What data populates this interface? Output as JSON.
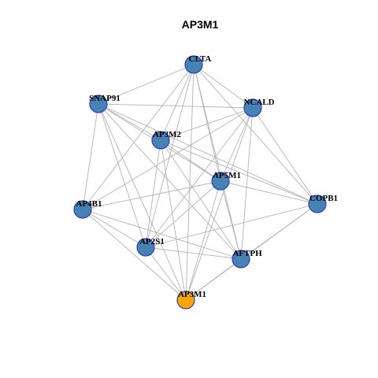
{
  "title": "AP3M1",
  "colors": {
    "node_default": "#4682b4",
    "node_focus": "#ffa500",
    "node_border": "#2c3fbf",
    "edge": "#b3b3b3"
  },
  "nodes": [
    {
      "id": "CLTA",
      "label": "CLTA",
      "focus": false
    },
    {
      "id": "SNAP91",
      "label": "SNAP91",
      "focus": false
    },
    {
      "id": "NCALD",
      "label": "NCALD",
      "focus": false
    },
    {
      "id": "AP3M2",
      "label": "AP3M2",
      "focus": false
    },
    {
      "id": "AP5M1",
      "label": "AP5M1",
      "focus": false
    },
    {
      "id": "AP4B1",
      "label": "AP4B1",
      "focus": false
    },
    {
      "id": "COPB1",
      "label": "COPB1",
      "focus": false
    },
    {
      "id": "AP2S1",
      "label": "AP2S1",
      "focus": false
    },
    {
      "id": "AFTPH",
      "label": "AFTPH",
      "focus": false
    },
    {
      "id": "AP3M1",
      "label": "AP3M1",
      "focus": true
    }
  ],
  "edges": [
    [
      "CLTA",
      "SNAP91"
    ],
    [
      "CLTA",
      "NCALD"
    ],
    [
      "CLTA",
      "AP3M2"
    ],
    [
      "CLTA",
      "AP5M1"
    ],
    [
      "CLTA",
      "AP4B1"
    ],
    [
      "CLTA",
      "COPB1"
    ],
    [
      "CLTA",
      "AP2S1"
    ],
    [
      "CLTA",
      "AFTPH"
    ],
    [
      "CLTA",
      "AP3M1"
    ],
    [
      "SNAP91",
      "NCALD"
    ],
    [
      "SNAP91",
      "AP3M2"
    ],
    [
      "SNAP91",
      "AP5M1"
    ],
    [
      "SNAP91",
      "AP4B1"
    ],
    [
      "SNAP91",
      "COPB1"
    ],
    [
      "SNAP91",
      "AP2S1"
    ],
    [
      "SNAP91",
      "AFTPH"
    ],
    [
      "SNAP91",
      "AP3M1"
    ],
    [
      "NCALD",
      "AP3M2"
    ],
    [
      "NCALD",
      "AP5M1"
    ],
    [
      "NCALD",
      "AP4B1"
    ],
    [
      "NCALD",
      "COPB1"
    ],
    [
      "NCALD",
      "AP2S1"
    ],
    [
      "NCALD",
      "AFTPH"
    ],
    [
      "NCALD",
      "AP3M1"
    ],
    [
      "AP3M2",
      "AP5M1"
    ],
    [
      "AP3M2",
      "COPB1"
    ],
    [
      "AP3M2",
      "AP2S1"
    ],
    [
      "AP3M2",
      "AFTPH"
    ],
    [
      "AP3M2",
      "AP3M1"
    ],
    [
      "AP5M1",
      "AP4B1"
    ],
    [
      "AP5M1",
      "COPB1"
    ],
    [
      "AP5M1",
      "AP2S1"
    ],
    [
      "AP5M1",
      "AFTPH"
    ],
    [
      "AP5M1",
      "AP3M1"
    ],
    [
      "AP4B1",
      "AP2S1"
    ],
    [
      "AP4B1",
      "AFTPH"
    ],
    [
      "AP4B1",
      "AP3M1"
    ],
    [
      "COPB1",
      "AP2S1"
    ],
    [
      "COPB1",
      "AFTPH"
    ],
    [
      "COPB1",
      "AP3M1"
    ],
    [
      "AP2S1",
      "AFTPH"
    ],
    [
      "AP2S1",
      "AP3M1"
    ],
    [
      "AFTPH",
      "AP3M1"
    ]
  ]
}
